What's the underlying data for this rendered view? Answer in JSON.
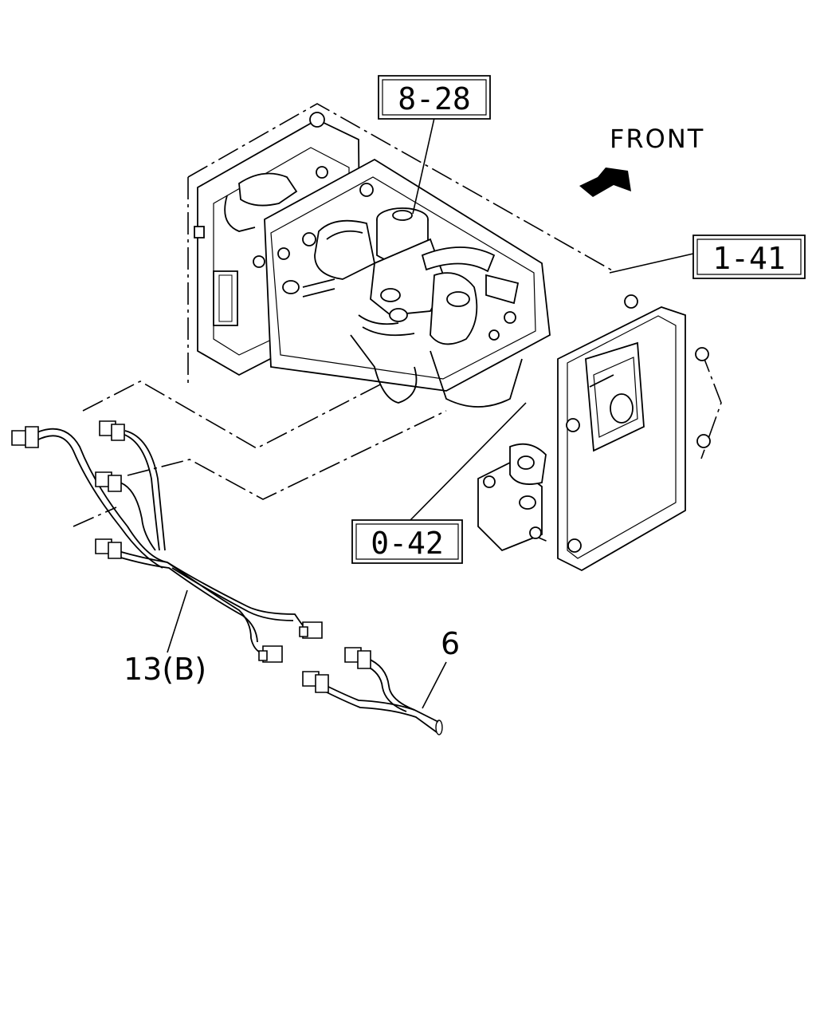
{
  "direction_label": "FRONT",
  "callouts": {
    "valve": "8-28",
    "bracket": "1-41",
    "harness_ref": "0-42"
  },
  "part_labels": {
    "main_harness": "13(B)",
    "sub_harness": "6"
  }
}
